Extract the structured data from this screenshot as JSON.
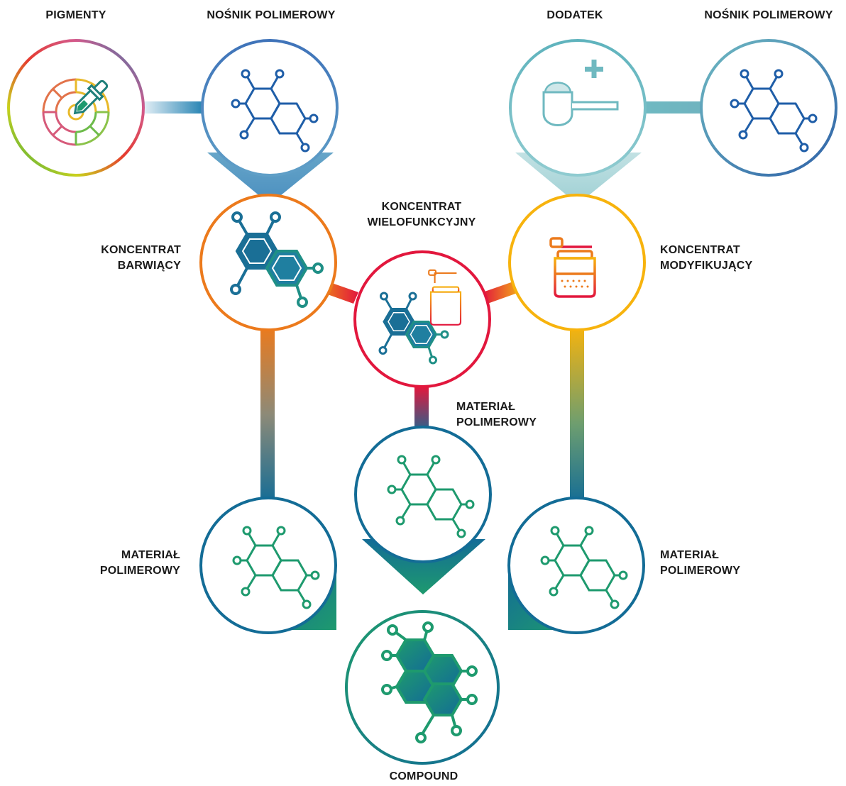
{
  "labels": {
    "pigmenty": "PIGMENTY",
    "nosnik_left": "NOŚNIK POLIMEROWY",
    "dodatek": "DODATEK",
    "nosnik_right": "NOŚNIK POLIMEROWY",
    "koncentrat_barwiacy_1": "KONCENTRAT",
    "koncentrat_barwiacy_2": "BARWIĄCY",
    "koncentrat_wielo_1": "KONCENTRAT",
    "koncentrat_wielo_2": "WIELOFUNKCYJNY",
    "koncentrat_mod_1": "KONCENTRAT",
    "koncentrat_mod_2": "MODYFIKUJĄCY",
    "material_center_1": "MATERIAŁ",
    "material_center_2": "POLIMEROWY",
    "material_left_1": "MATERIAŁ",
    "material_left_2": "POLIMEROWY",
    "material_right_1": "MATERIAŁ",
    "material_right_2": "POLIMEROWY",
    "compound": "COMPOUND"
  },
  "colors": {
    "blue": "#1f5ea8",
    "teal_light": "#6fb9c0",
    "teal": "#1a8f8a",
    "petrol": "#136c96",
    "orange": "#ec7a1c",
    "red": "#e2173d",
    "yellow": "#f7b30d",
    "green": "#1e9a6e"
  },
  "icons": {
    "pigments": "color-wheel-dropper-icon",
    "carrier": "molecule-icon",
    "additive": "powder-scoop-plus-icon",
    "colour_concentrate": "molecule-filled-icon",
    "multifunction_concentrate": "molecule-and-jar-icon",
    "modifying_concentrate": "jar-with-scoop-icon",
    "polymer_material": "molecule-green-icon",
    "compound": "molecule-gradient-icon"
  }
}
